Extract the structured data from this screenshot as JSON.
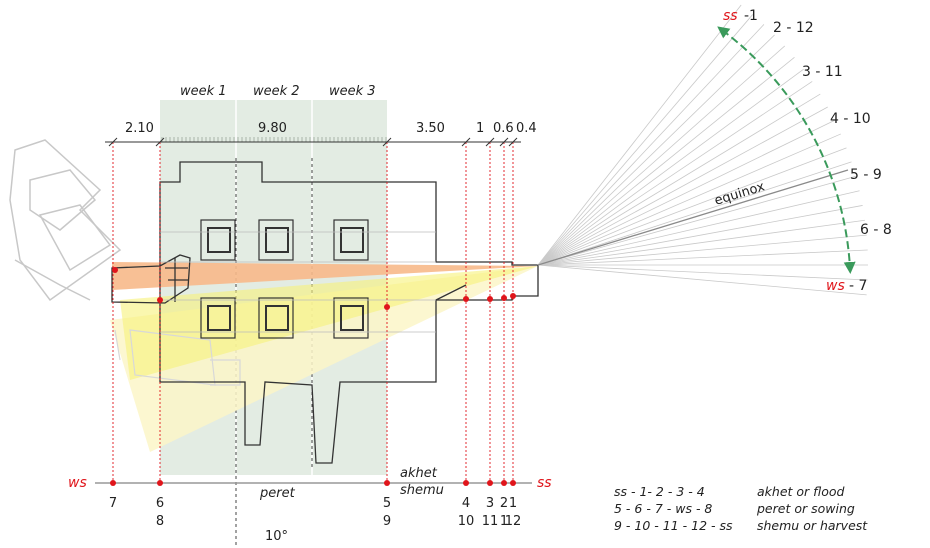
{
  "weeks": [
    "week 1",
    "week 2",
    "week 3"
  ],
  "dimensions": [
    "2.10",
    "9.80",
    "3.50",
    "1",
    "0.6",
    "0.4"
  ],
  "fan_labels": {
    "ss": "ss",
    "ss_num": "-1",
    "ws": "ws",
    "ws_num": "- 7",
    "months": [
      "2 - 12",
      "3 - 11",
      "4 - 10",
      "5 - 9",
      "6 - 8"
    ],
    "equinox": "equinox"
  },
  "baseline": {
    "left": "ws",
    "right": "ss",
    "season_top": "akhet",
    "season_bottom": "shemu",
    "season_mid": "peret",
    "angle": "10°",
    "ticks": [
      {
        "top": "7",
        "bottom": ""
      },
      {
        "top": "6",
        "bottom": "8"
      },
      {
        "top": "5",
        "bottom": "9"
      },
      {
        "top": "4",
        "bottom": "10"
      },
      {
        "top": "3",
        "bottom": "11"
      },
      {
        "top": "2",
        "bottom": "1"
      },
      {
        "top": "1",
        "bottom": "12"
      }
    ]
  },
  "legend": [
    {
      "months": "ss - 1- 2 - 3 - 4",
      "season": "akhet or flood"
    },
    {
      "months": "5 - 6 - 7 - ws - 8",
      "season": "peret or sowing"
    },
    {
      "months": "9 - 10 - 11 - 12 - ss",
      "season": "shemu or harvest"
    }
  ],
  "colors": {
    "week_band": "#e3ece3",
    "orange_beam": "#f7b98a",
    "yellow_beam": "#f6f17a",
    "pale_beam": "#fbf6c8",
    "red_marker": "#e0151b",
    "green_arrow": "#3a9a5b"
  }
}
